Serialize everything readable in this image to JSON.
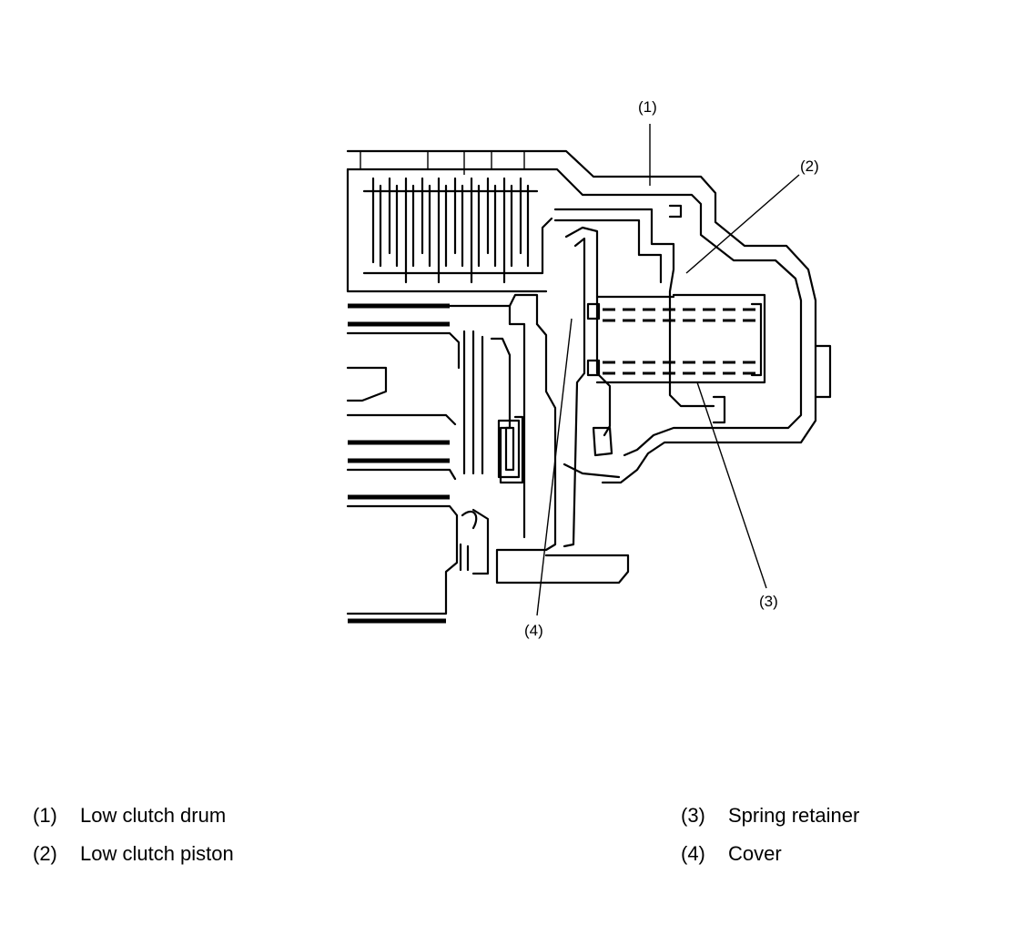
{
  "diagram": {
    "callouts": [
      {
        "id": "c1",
        "text": "(1)"
      },
      {
        "id": "c2",
        "text": "(2)"
      },
      {
        "id": "c3",
        "text": "(3)"
      },
      {
        "id": "c4",
        "text": "(4)"
      }
    ]
  },
  "legend": [
    {
      "num": "(1)",
      "label": "Low clutch drum"
    },
    {
      "num": "(2)",
      "label": "Low clutch piston"
    },
    {
      "num": "(3)",
      "label": "Spring retainer"
    },
    {
      "num": "(4)",
      "label": "Cover"
    }
  ]
}
